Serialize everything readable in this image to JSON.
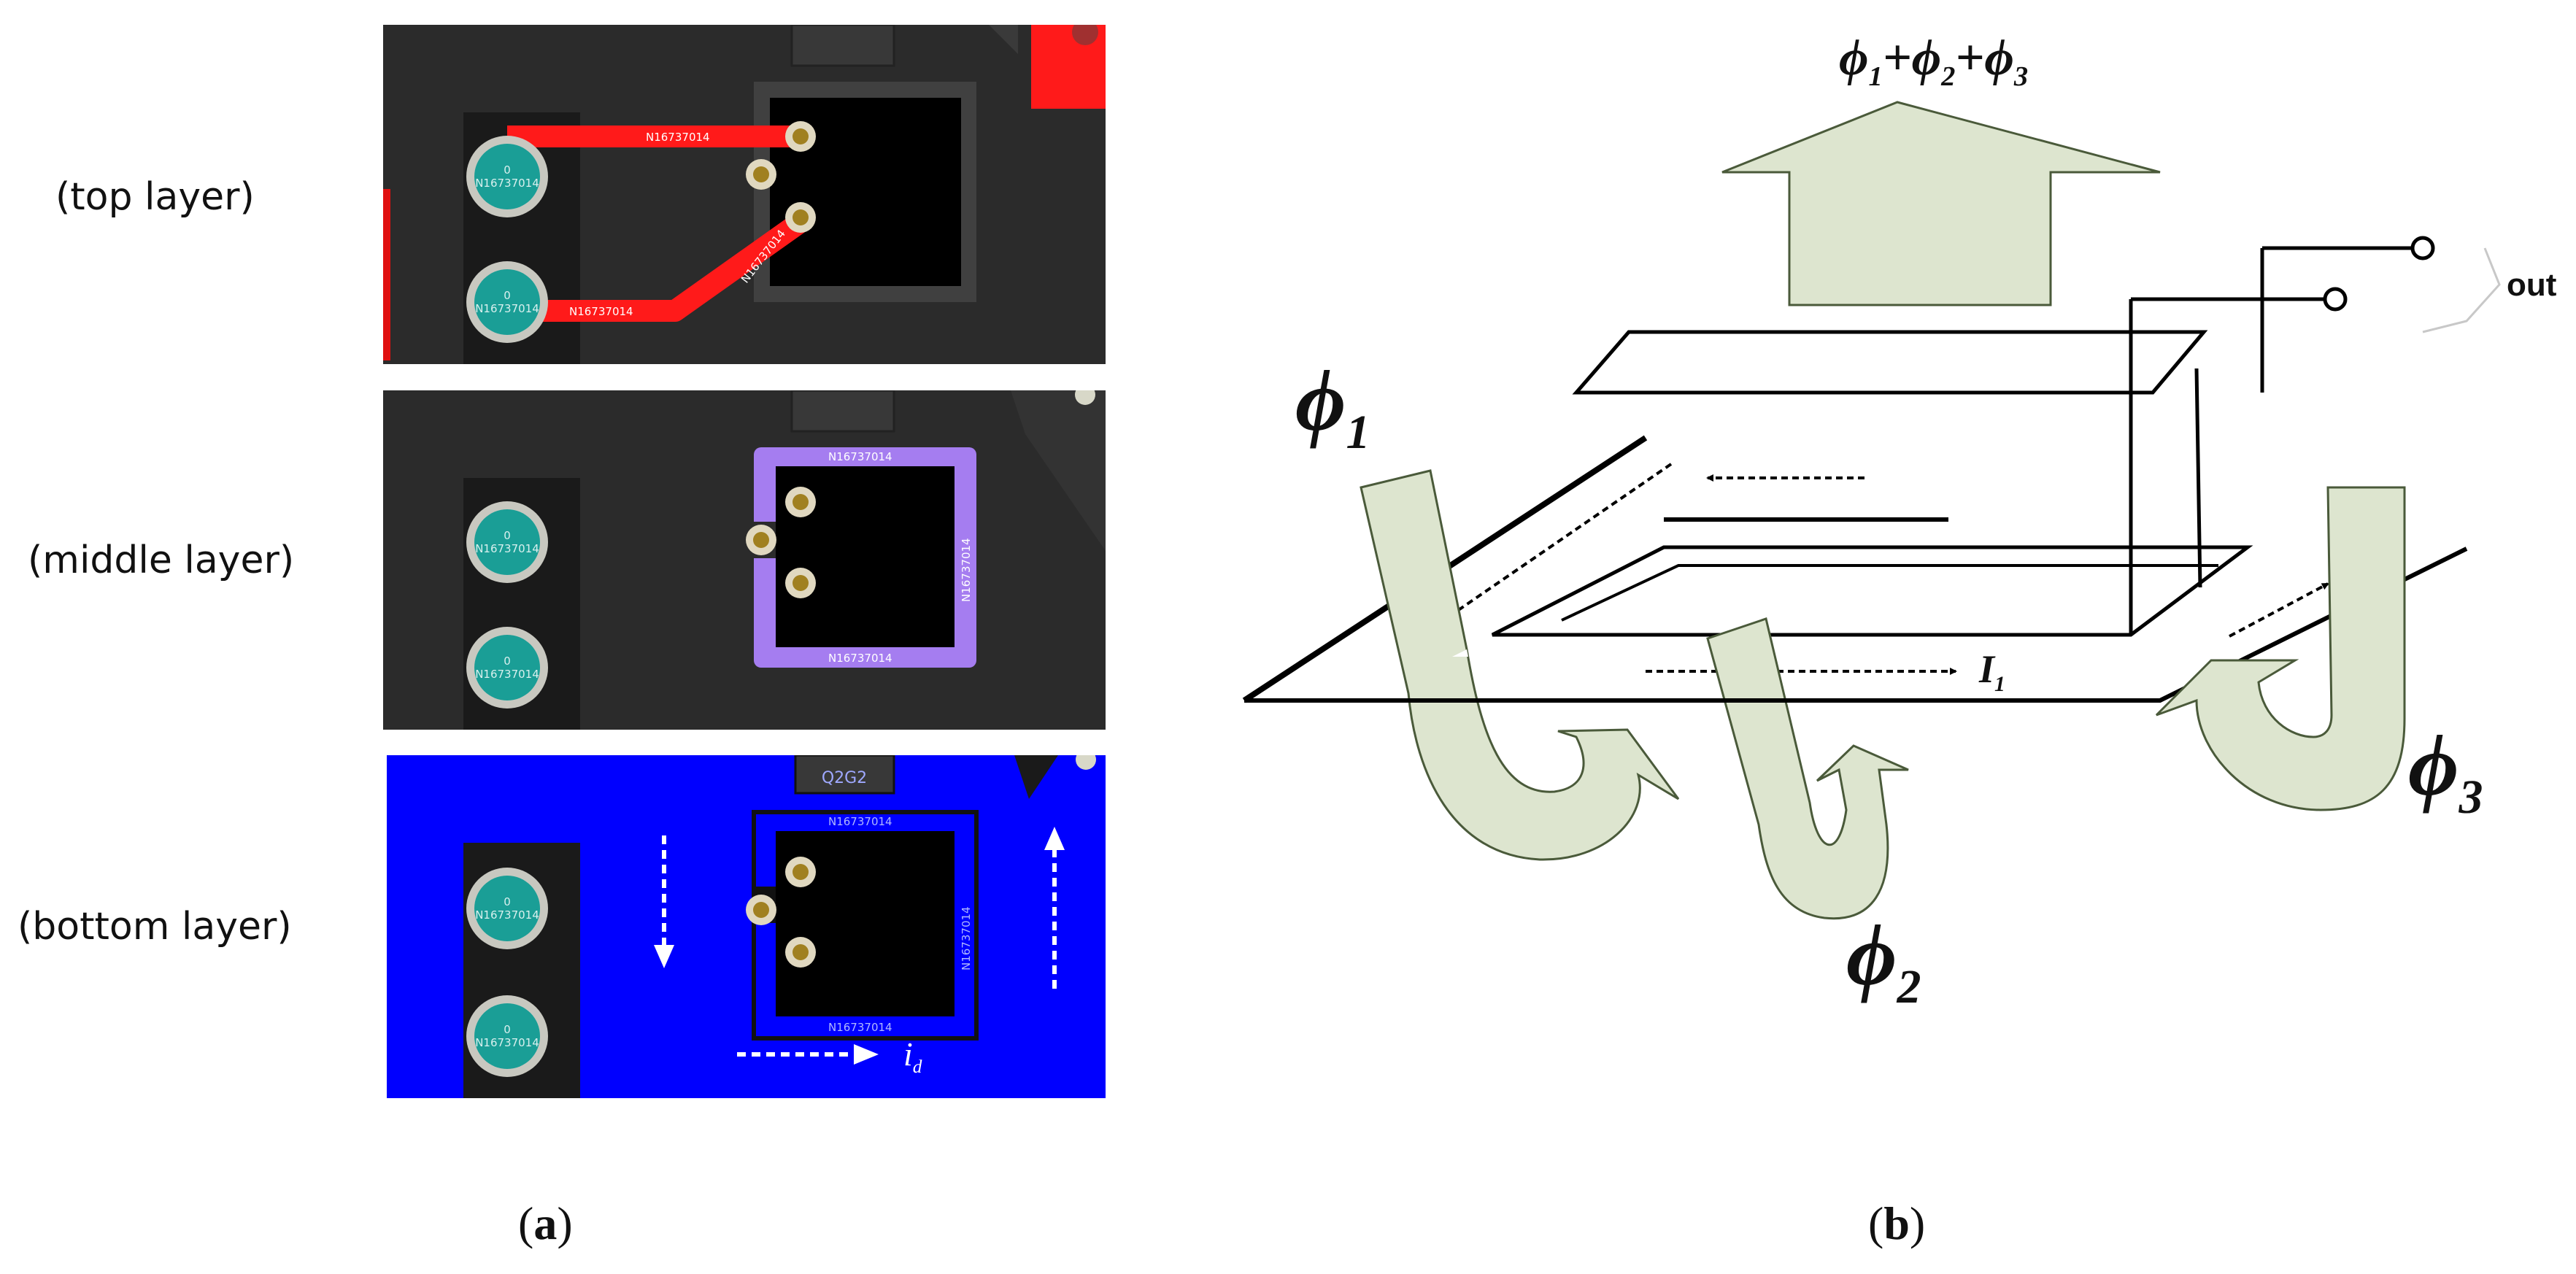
{
  "panel_a": {
    "layers": [
      {
        "label": "(top layer)"
      },
      {
        "label": "(middle layer)"
      },
      {
        "label": "(bottom layer)"
      }
    ],
    "net_name": "N16737014",
    "pad_text_zero": "0",
    "pad_text_net": "N16737014",
    "bottom_component_ref": "Q2G2",
    "current_label": "i",
    "current_sub": "d",
    "caption": "a",
    "colors": {
      "board": "#2b2b2b",
      "top_copper": "#ff1a1a",
      "middle_copper": "#a57df0",
      "bottom_copper": "#0000ff",
      "pad_teal": "#1a9e96",
      "pad_gold": "#a08020"
    }
  },
  "panel_b": {
    "phi_sum": {
      "phi": "ϕ",
      "s1": "1",
      "s2": "2",
      "s3": "3"
    },
    "phi1": {
      "phi": "ϕ",
      "sub": "1"
    },
    "phi2": {
      "phi": "ϕ",
      "sub": "2"
    },
    "phi3": {
      "phi": "ϕ",
      "sub": "3"
    },
    "current": {
      "label": "I",
      "sub": "1"
    },
    "out_label": "out",
    "caption": "b",
    "colors": {
      "flux_fill": "#dde5cf",
      "flux_stroke": "#4a5a3a"
    }
  }
}
